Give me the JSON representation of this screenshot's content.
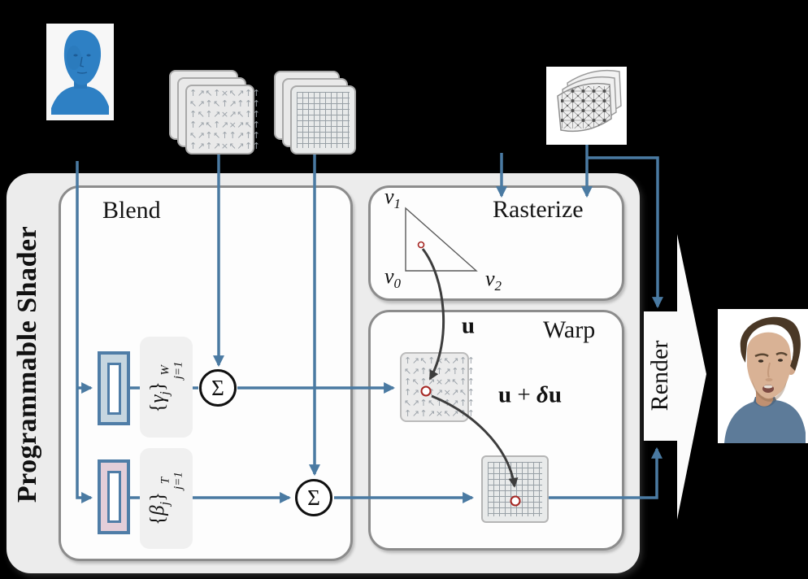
{
  "shader": {
    "title": "Programmable Shader"
  },
  "blend": {
    "title": "Blend",
    "sum_symbol": "Σ",
    "rows": [
      {
        "label": {
          "open": "{",
          "sym": "γ",
          "isub": "j",
          "close": "}",
          "sup": "W",
          "sub": "j=1"
        }
      },
      {
        "label": {
          "open": "{",
          "sym": "β",
          "isub": "j",
          "close": "}",
          "sup": "T",
          "sub": "j=1"
        }
      }
    ]
  },
  "rasterize": {
    "title": "Rasterize",
    "vertices": [
      {
        "sym": "v",
        "sub": "0"
      },
      {
        "sym": "v",
        "sub": "1"
      },
      {
        "sym": "v",
        "sub": "2"
      }
    ]
  },
  "warp": {
    "title": "Warp",
    "u_label": "u",
    "sum_label": {
      "u1": "u",
      "plus": "+",
      "delta": "δ",
      "u2": "u"
    }
  },
  "render": {
    "label": "Render"
  },
  "icons": {
    "vector_field_pattern": "↑↗↖↑×↖↗↑↑\n↖↗↑↖↑↗↑↑↑\n↑↖↑↗×↗↖↑↑\n↑↗↖↑↗×↗↖↑\n↖↗↑↖↑↑↗↑↑\n↑↗↑↗×↖↗↑↑"
  },
  "palette": {
    "line_blue": "#4a7aa2",
    "dark_arrow": "#3d3d3d",
    "accent_red": "#a52622",
    "panel_fill": "#ececec",
    "box_border": "#8c8c8c",
    "mlp_blue": "#c6d6e0",
    "mlp_pink": "#e3ced9",
    "head_blue": "#2e80c4"
  }
}
